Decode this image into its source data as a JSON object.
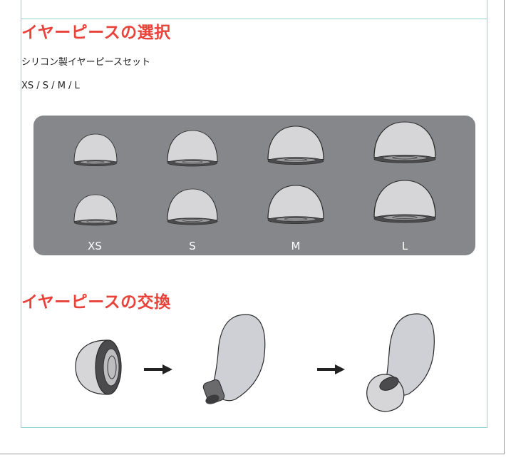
{
  "section_selection": {
    "title": "イヤーピースの選択",
    "description": "シリコン製イヤーピースセット",
    "sizes_line": "XS / S / M / L",
    "size_labels": [
      "XS",
      "S",
      "M",
      "L"
    ]
  },
  "section_replacement": {
    "title": "イヤーピースの交換"
  },
  "icons": [
    "eartip-icon",
    "arrow-right-icon",
    "earbud-icon",
    "earbud-with-tip-icon"
  ]
}
